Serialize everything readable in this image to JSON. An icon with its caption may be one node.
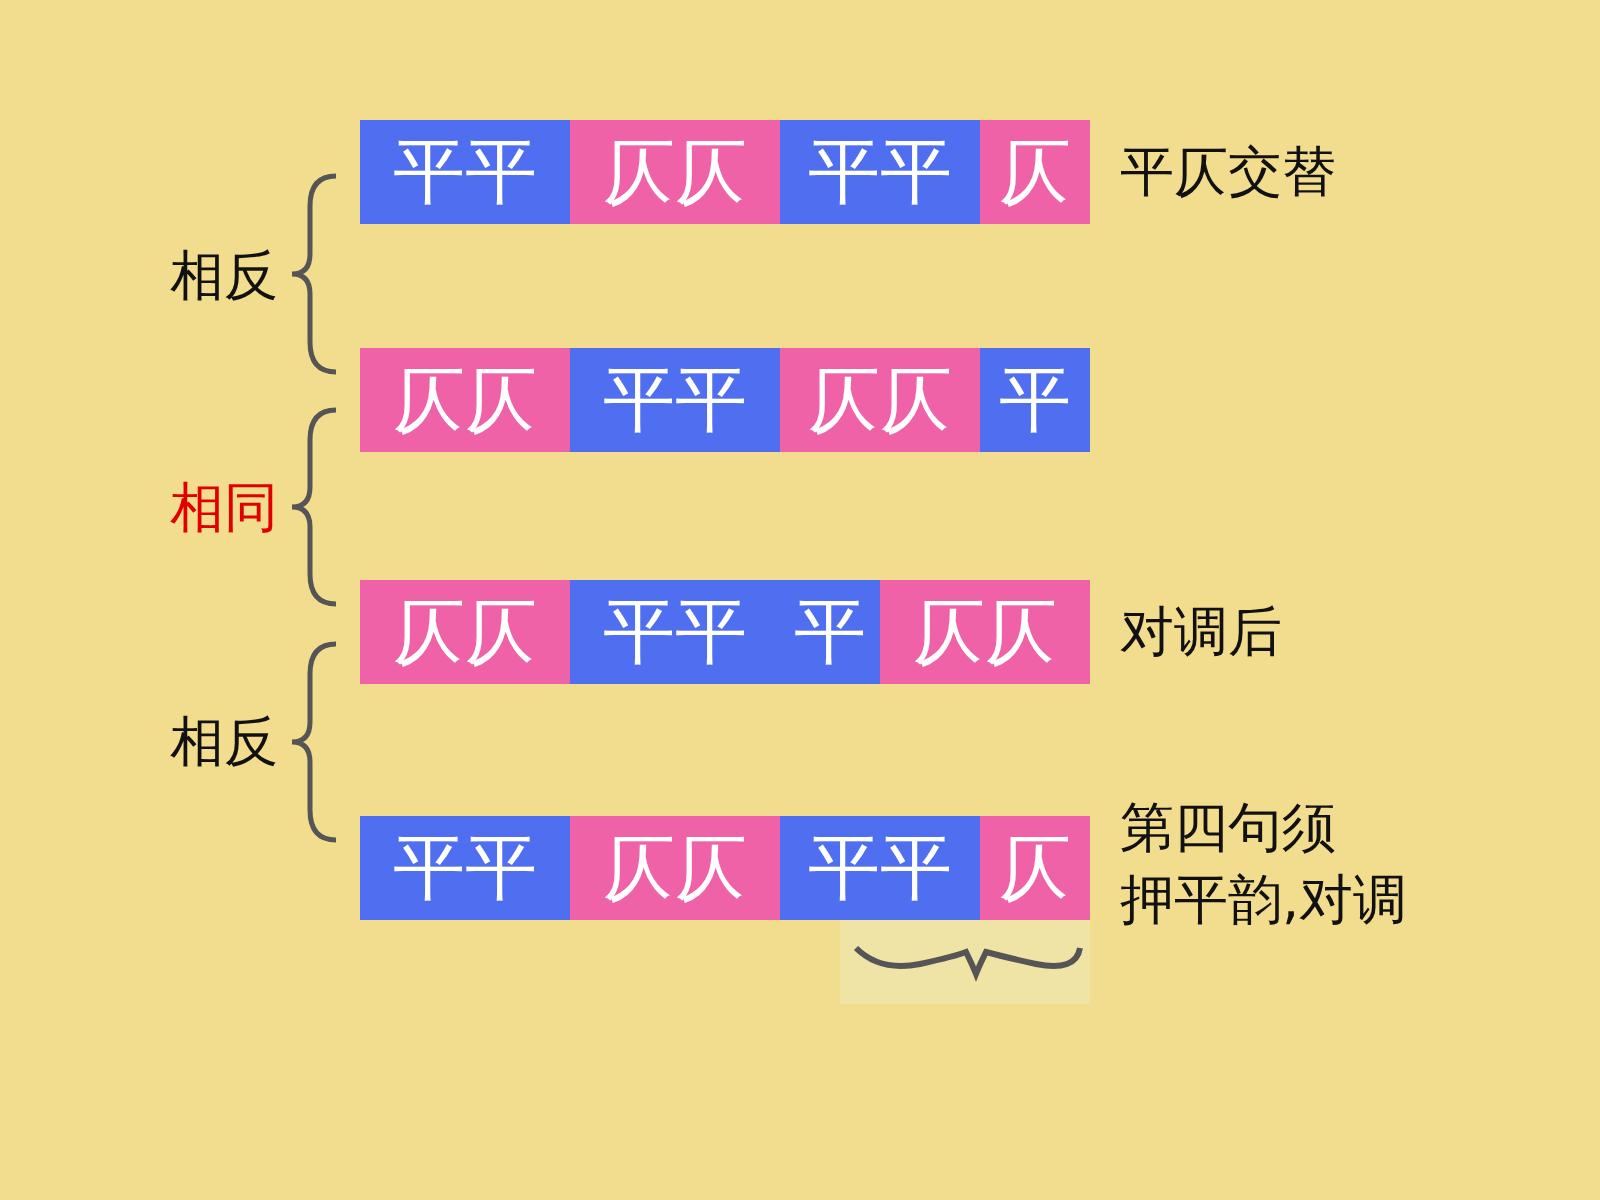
{
  "diagram": {
    "nodes": [
      {
        "text": [
          "平平"
        ]
      },
      {
        "text": [
          "仄仄"
        ]
      },
      {
        "text": [
          "平平"
        ]
      },
      {
        "text": [
          "仄"
        ]
      },
      {
        "text": [
          "仄仄"
        ]
      },
      {
        "text": [
          "平平"
        ]
      },
      {
        "text": [
          "仄仄"
        ]
      },
      {
        "text": [
          "平"
        ]
      },
      {
        "text": [
          "仄仄"
        ]
      },
      {
        "text": [
          "平平"
        ]
      },
      {
        "text": [
          "平"
        ]
      },
      {
        "text": [
          "仄仄"
        ]
      },
      {
        "text": [
          "平平"
        ]
      },
      {
        "text": [
          "仄仄"
        ]
      },
      {
        "text": [
          "平平"
        ]
      },
      {
        "text": [
          "仄"
        ]
      }
    ],
    "labels": [
      "平仄交替",
      "相反",
      "相同",
      "对调后",
      "相反",
      "第四句须",
      "押平韵,对调"
    ]
  }
}
